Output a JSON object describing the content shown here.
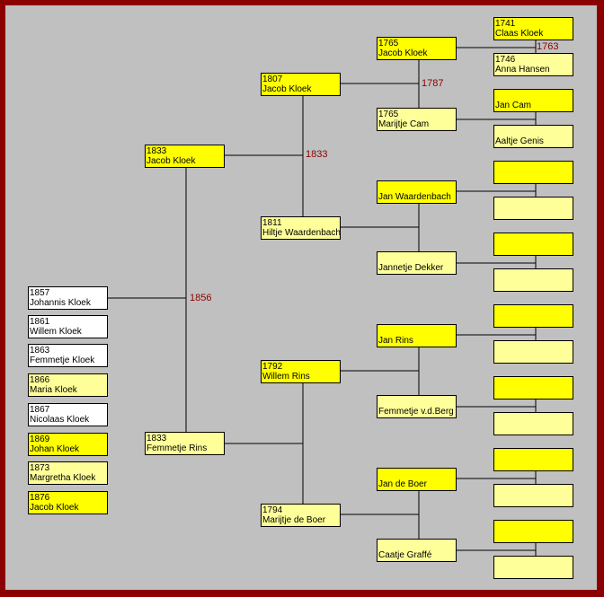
{
  "colors": {
    "frame": "#8b0000",
    "background": "#c0c0c0",
    "male_box": "#ffff00",
    "female_box": "#ffff99",
    "child_box": "#ffffff",
    "marriage_label": "#8b0000"
  },
  "people": {
    "p1": {
      "year": "1833",
      "name": "Jacob Kloek"
    },
    "p2": {
      "year": "1833",
      "name": "Femmetje Rins"
    },
    "p3": {
      "year": "1807",
      "name": "Jacob Kloek"
    },
    "p4": {
      "year": "1811",
      "name": "Hiltje Waardenbach"
    },
    "p5": {
      "year": "1792",
      "name": "Willem Rins"
    },
    "p6": {
      "year": "1794",
      "name": "Marijtje de Boer"
    },
    "p7": {
      "year": "1765",
      "name": "Jacob Kloek"
    },
    "p8": {
      "year": "1765",
      "name": "Marijtje Cam"
    },
    "p9": {
      "year": "",
      "name": "Jan Waardenbach"
    },
    "p10": {
      "year": "",
      "name": "Jannetje Dekker"
    },
    "p11": {
      "year": "",
      "name": "Jan Rins"
    },
    "p12": {
      "year": "",
      "name": "Femmetje v.d.Berg"
    },
    "p13": {
      "year": "",
      "name": "Jan de Boer"
    },
    "p14": {
      "year": "",
      "name": "Caatje Graffé"
    },
    "p15": {
      "year": "1741",
      "name": "Claas Kloek"
    },
    "p16": {
      "year": "1746",
      "name": "Anna Hansen"
    },
    "p17": {
      "year": "",
      "name": "Jan Cam"
    },
    "p18": {
      "year": "",
      "name": "Aaltje Genis"
    },
    "p19": {
      "year": "",
      "name": ""
    },
    "p20": {
      "year": "",
      "name": ""
    },
    "p21": {
      "year": "",
      "name": ""
    },
    "p22": {
      "year": "",
      "name": ""
    },
    "p23": {
      "year": "",
      "name": ""
    },
    "p24": {
      "year": "",
      "name": ""
    },
    "p25": {
      "year": "",
      "name": ""
    },
    "p26": {
      "year": "",
      "name": ""
    },
    "p27": {
      "year": "",
      "name": ""
    },
    "p28": {
      "year": "",
      "name": ""
    },
    "p29": {
      "year": "",
      "name": ""
    },
    "p30": {
      "year": "",
      "name": ""
    }
  },
  "children": [
    {
      "year": "1857",
      "name": "Johannis Kloek"
    },
    {
      "year": "1861",
      "name": "Willem Kloek"
    },
    {
      "year": "1863",
      "name": "Femmetje Kloek"
    },
    {
      "year": "1866",
      "name": "Maria Kloek"
    },
    {
      "year": "1867",
      "name": "Nicolaas Kloek"
    },
    {
      "year": "1869",
      "name": "Johan Kloek"
    },
    {
      "year": "1873",
      "name": "Margretha Kloek"
    },
    {
      "year": "1876",
      "name": "Jacob Kloek"
    }
  ],
  "marriages": {
    "m1": "1856",
    "m2": "1833",
    "m3": "1787",
    "m4": "1763"
  }
}
